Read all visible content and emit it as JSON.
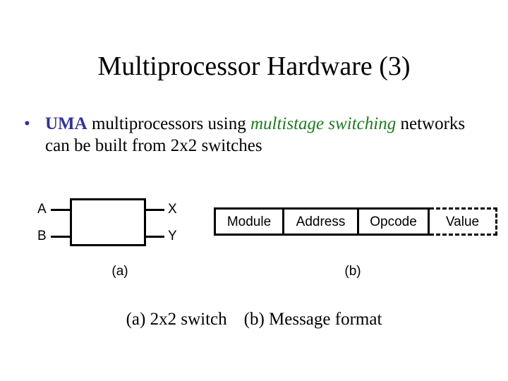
{
  "slide": {
    "title": "Multiprocessor Hardware (3)",
    "bullets": [
      {
        "marker": "•",
        "segments": [
          {
            "text": "UMA",
            "style": "keyword-blue"
          },
          {
            "text": " multiprocessors using ",
            "style": "plain"
          },
          {
            "text": "multistage switching",
            "style": "keyword-green"
          },
          {
            "text": " networks can be built from 2x2 switches",
            "style": "plain"
          }
        ]
      }
    ],
    "bottom_caption": {
      "left": "(a) 2x2 switch",
      "right": "(b) Message format"
    }
  },
  "figure_a": {
    "label": "(a)",
    "box_title": "",
    "inputs": [
      {
        "name": "A"
      },
      {
        "name": "B"
      }
    ],
    "outputs": [
      {
        "name": "X"
      },
      {
        "name": "Y"
      }
    ]
  },
  "figure_b": {
    "label": "(b)",
    "fields": [
      {
        "name": "Module",
        "border": "solid"
      },
      {
        "name": "Address",
        "border": "solid"
      },
      {
        "name": "Opcode",
        "border": "solid"
      },
      {
        "name": "Value",
        "border": "dashed"
      }
    ]
  },
  "colors": {
    "background": "#ffffff",
    "text": "#000000",
    "keyword_blue": "#333399",
    "keyword_green": "#1E7B1E",
    "stroke": "#000000"
  }
}
